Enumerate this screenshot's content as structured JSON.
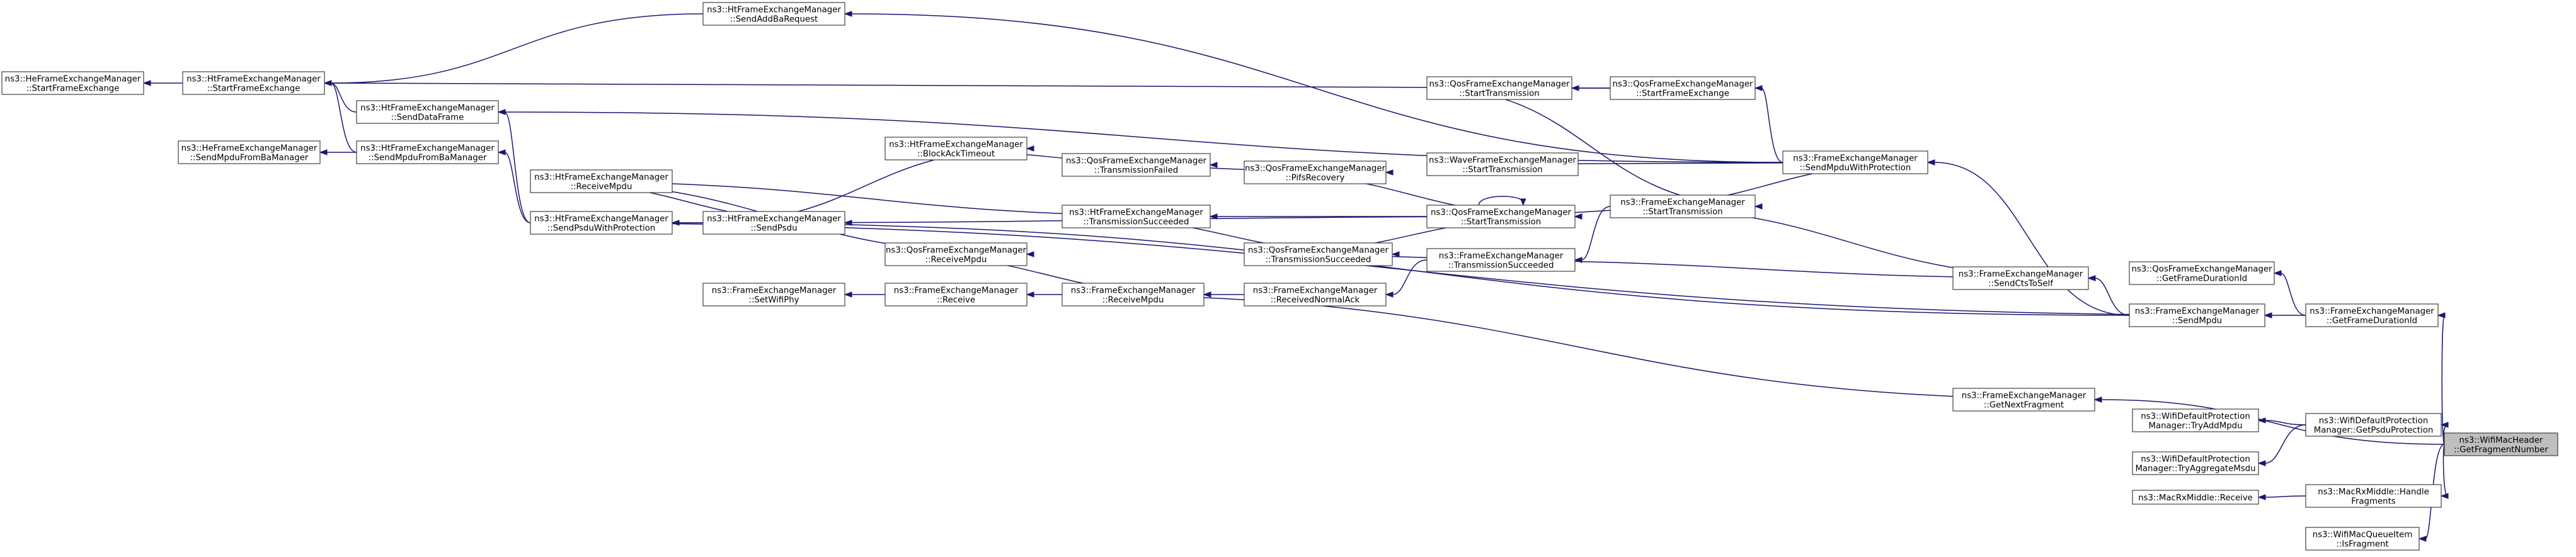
{
  "colors": {
    "edge": "#191970",
    "node_border": "#3f3f3f",
    "focus_fill": "#bfbfbf"
  },
  "nodes": {
    "n_target": [
      "ns3::WifiMacHeader",
      "::GetFragmentNumber"
    ],
    "n_getframedurationid": [
      "ns3::FrameExchangeManager",
      "::GetFrameDurationId"
    ],
    "n_getnextfragment": [
      "ns3::FrameExchangeManager",
      "::GetNextFragment"
    ],
    "n_getpsduprotection": [
      "ns3::WifiDefaultProtection",
      "Manager::GetPsduProtection"
    ],
    "n_handlefragments": [
      "ns3::MacRxMiddle::Handle",
      "Fragments"
    ],
    "n_isfragment": [
      "ns3::WifiMacQueueItem",
      "::IsFragment"
    ],
    "n_qos_getframedurationid": [
      "ns3::QosFrameExchangeManager",
      "::GetFrameDurationId"
    ],
    "n_sendmpdu": [
      "ns3::FrameExchangeManager",
      "::SendMpdu"
    ],
    "n_sendctstoself": [
      "ns3::FrameExchangeManager",
      "::SendCtsToSelf"
    ],
    "n_sendmpduwithprotection": [
      "ns3::FrameExchangeManager",
      "::SendMpduWithProtection"
    ],
    "n_qos_startframeexchange": [
      "ns3::QosFrameExchangeManager",
      "::StartFrameExchange"
    ],
    "n_ht_startframeexchange": [
      "ns3::HtFrameExchangeManager",
      "::StartFrameExchange"
    ],
    "n_he_startframeexchange": [
      "ns3::HeFrameExchangeManager",
      "::StartFrameExchange"
    ],
    "n_ht_sendaddbarequest": [
      "ns3::HtFrameExchangeManager",
      "::SendAddBaRequest"
    ],
    "n_ht_senddataframe": [
      "ns3::HtFrameExchangeManager",
      "::SendDataFrame"
    ],
    "n_ht_sendmpdufrombamanager": [
      "ns3::HtFrameExchangeManager",
      "::SendMpduFromBaManager"
    ],
    "n_he_sendmpdufrombamanager": [
      "ns3::HeFrameExchangeManager",
      "::SendMpduFromBaManager"
    ],
    "n_ht_sendpsduwithprotection": [
      "ns3::HtFrameExchangeManager",
      "::SendPsduWithProtection"
    ],
    "n_ht_receivempdu": [
      "ns3::HtFrameExchangeManager",
      "::ReceiveMpdu"
    ],
    "n_ht_sendpsdu": [
      "ns3::HtFrameExchangeManager",
      "::SendPsdu"
    ],
    "n_ht_blockacktimeout": [
      "ns3::HtFrameExchangeManager",
      "::BlockAckTimeout"
    ],
    "n_qos_transmissionfailed": [
      "ns3::QosFrameExchangeManager",
      "::TransmissionFailed"
    ],
    "n_qos_pifsrecovery": [
      "ns3::QosFrameExchangeManager",
      "::PifsRecovery"
    ],
    "n_qos_starttransmission": [
      "ns3::QosFrameExchangeManager",
      "::StartTransmission"
    ],
    "n_qos_starttransmission_top": [
      "ns3::QosFrameExchangeManager",
      "::StartTransmission"
    ],
    "n_wave_starttransmission": [
      "ns3::WaveFrameExchangeManager",
      "::StartTransmission"
    ],
    "n_fem_starttransmission": [
      "ns3::FrameExchangeManager",
      "::StartTransmission"
    ],
    "n_ht_transmissionsucceeded": [
      "ns3::HtFrameExchangeManager",
      "::TransmissionSucceeded"
    ],
    "n_qos_transmissionsucceeded": [
      "ns3::QosFrameExchangeManager",
      "::TransmissionSucceeded"
    ],
    "n_fem_transmissionsucceeded": [
      "ns3::FrameExchangeManager",
      "::TransmissionSucceeded"
    ],
    "n_qos_receivempdu": [
      "ns3::QosFrameExchangeManager",
      "::ReceiveMpdu"
    ],
    "n_fem_setwifiphy": [
      "ns3::FrameExchangeManager",
      "::SetWifiPhy"
    ],
    "n_fem_receive": [
      "ns3::FrameExchangeManager",
      "::Receive"
    ],
    "n_fem_receivempdu": [
      "ns3::FrameExchangeManager",
      "::ReceiveMpdu"
    ],
    "n_fem_receivednormalack": [
      "ns3::FrameExchangeManager",
      "::ReceivedNormalAck"
    ],
    "n_tryaddmpdu": [
      "ns3::WifiDefaultProtection",
      "Manager::TryAddMpdu"
    ],
    "n_tryaggregatemsdu": [
      "ns3::WifiDefaultProtection",
      "Manager::TryAggregateMsdu"
    ],
    "n_macrxmiddle_receive": [
      "ns3::MacRxMiddle::Receive"
    ]
  }
}
